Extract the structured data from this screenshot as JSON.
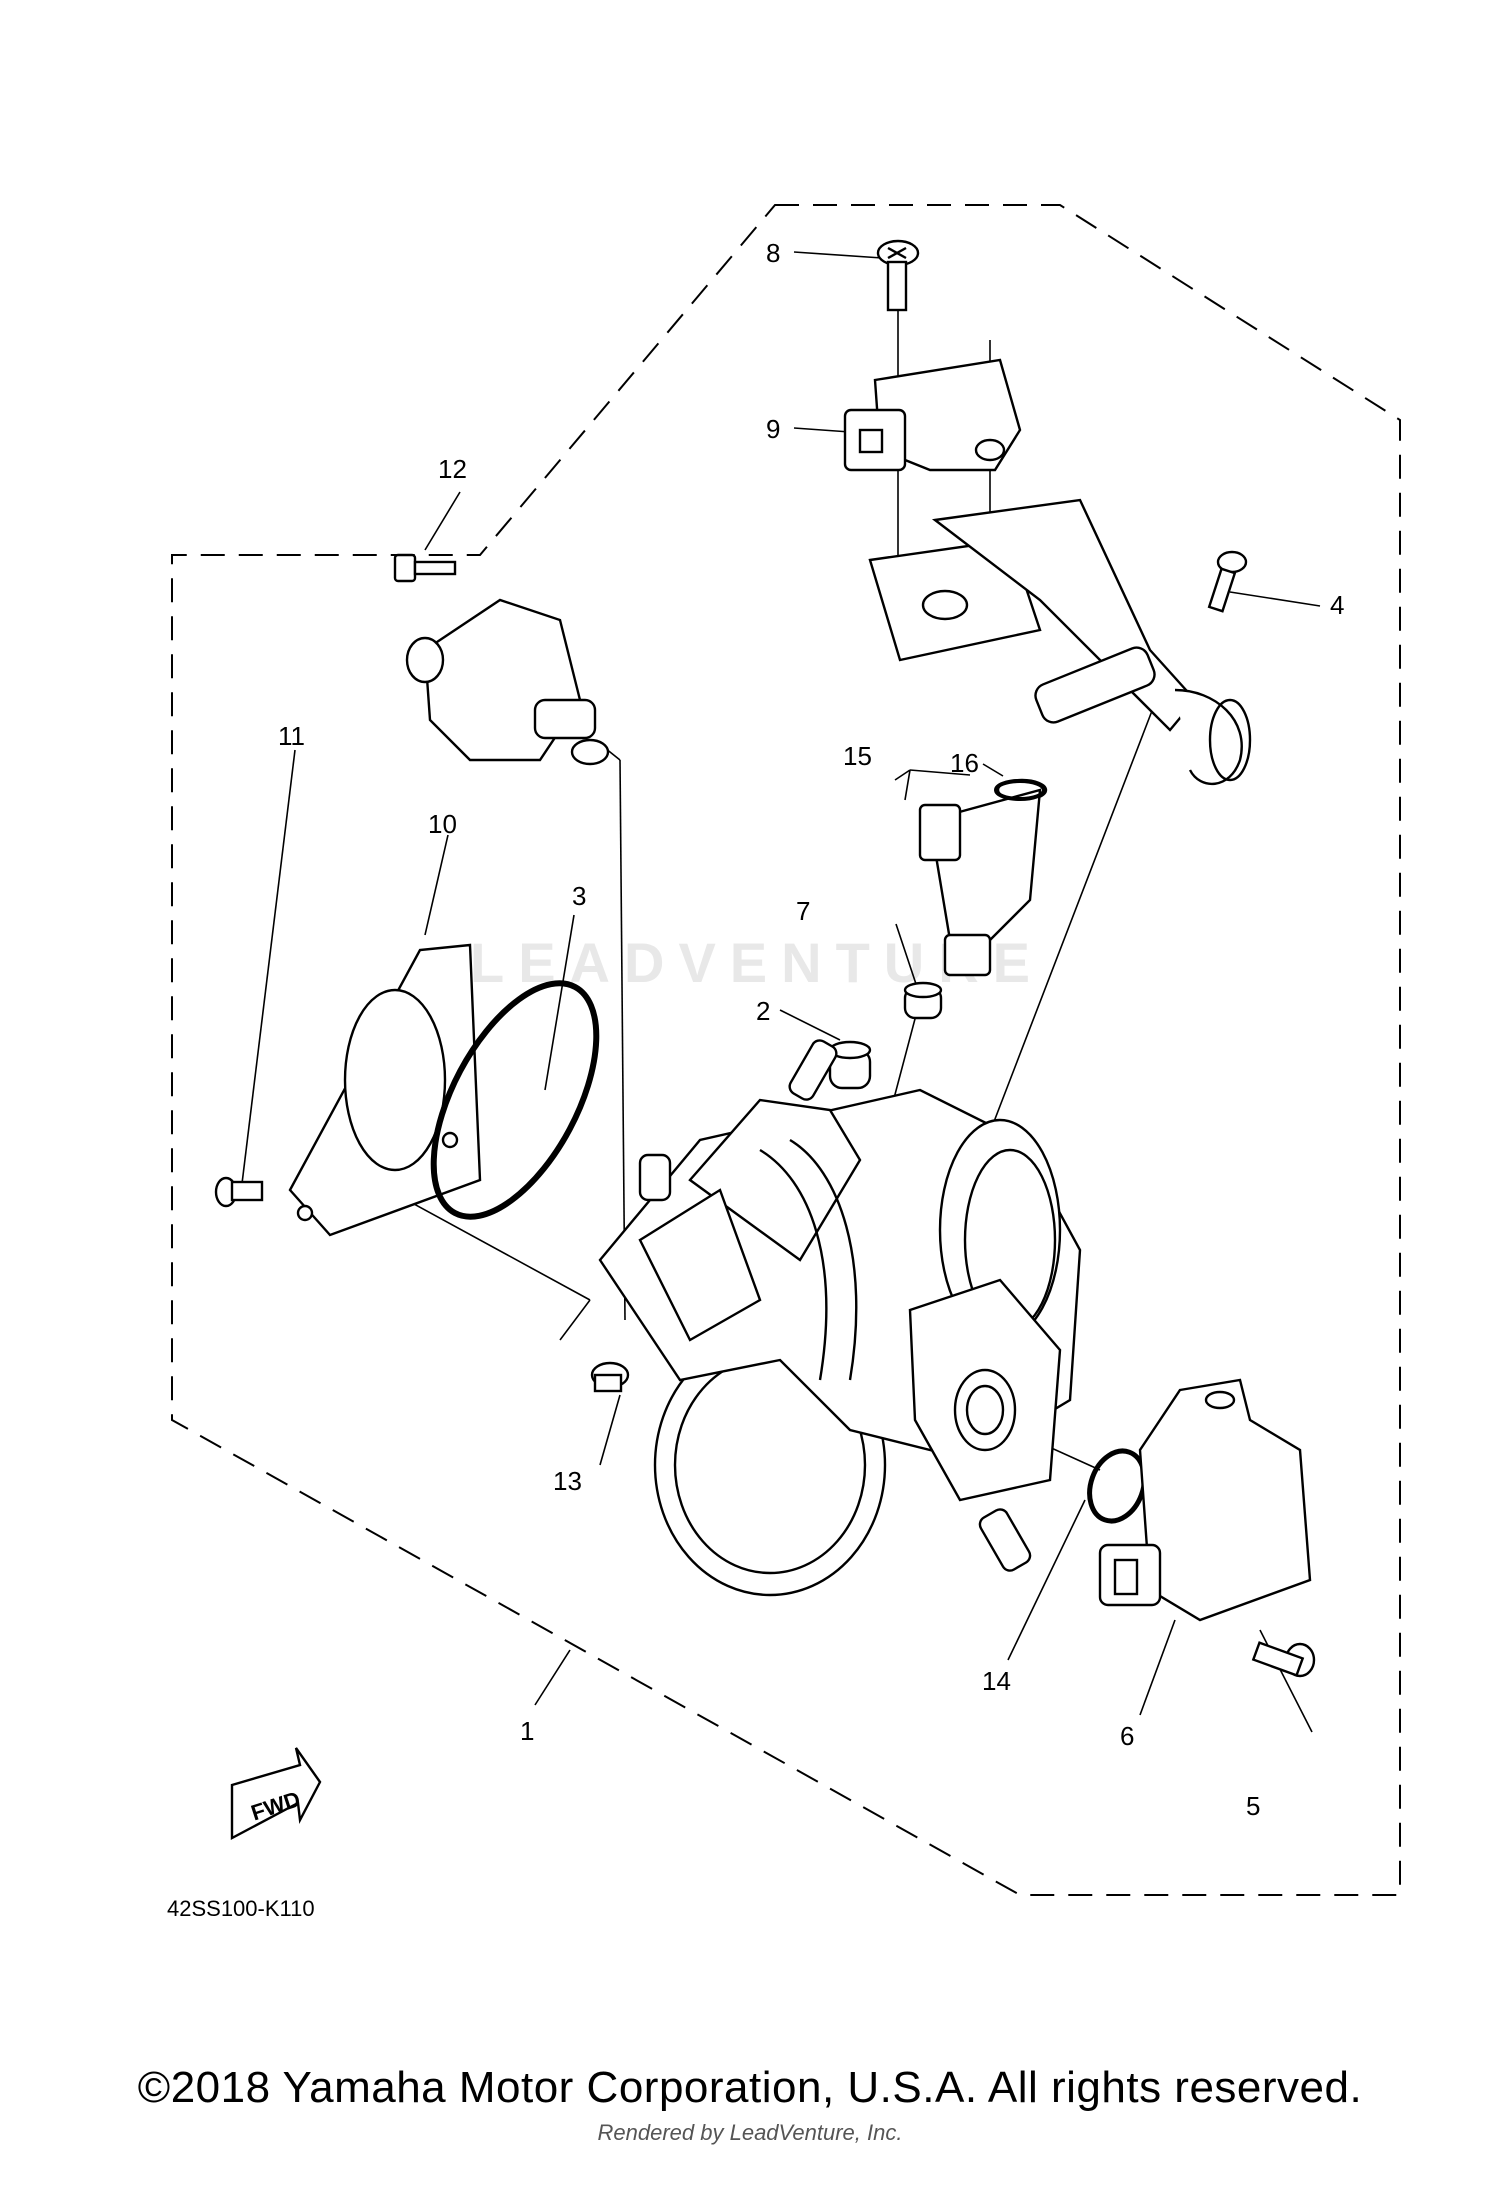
{
  "diagram": {
    "drawing_code": "42SS100-K110",
    "fwd_label": "FWD",
    "watermark": "LEADVENTURE",
    "callouts": [
      "1",
      "2",
      "3",
      "4",
      "5",
      "6",
      "7",
      "8",
      "9",
      "10",
      "11",
      "12",
      "13",
      "14",
      "15",
      "16"
    ]
  },
  "footer": {
    "copyright": "©2018 Yamaha Motor Corporation, U.S.A. All rights reserved.",
    "rendered_by": "Rendered by LeadVenture, Inc."
  }
}
